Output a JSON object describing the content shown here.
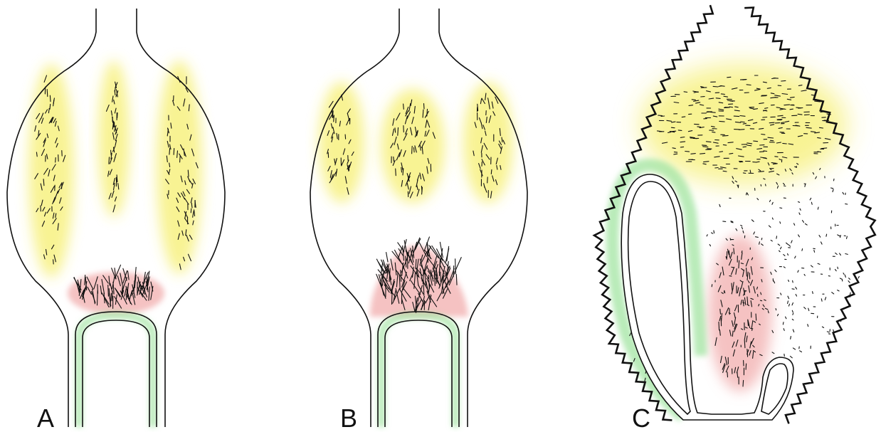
{
  "panels": [
    {
      "id": "A",
      "label": "A"
    },
    {
      "id": "B",
      "label": "B"
    },
    {
      "id": "C",
      "label": "C"
    }
  ],
  "colors": {
    "yellow_zone": "#f2ea3a",
    "red_zone": "#ef9a9a",
    "green_zone": "#9be39b",
    "outline": "#111111",
    "background": "#ffffff"
  }
}
